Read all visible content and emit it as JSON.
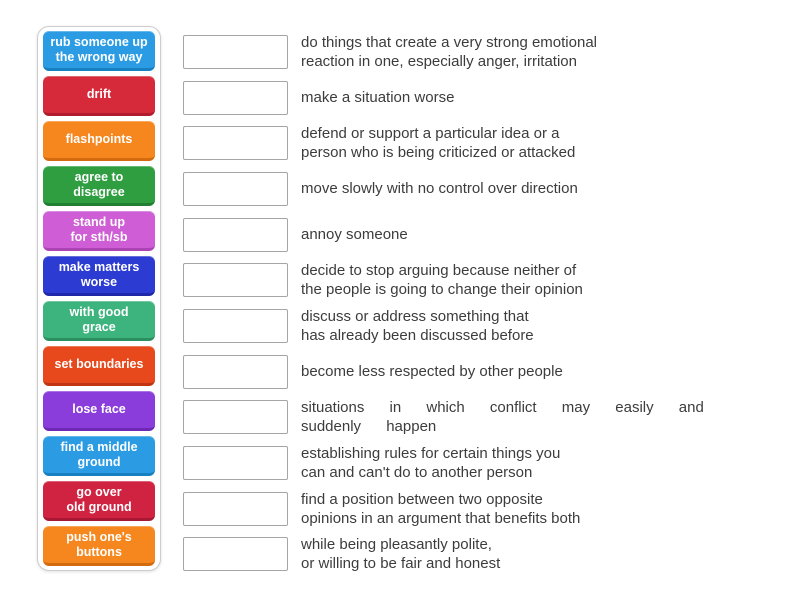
{
  "activity": {
    "panel_border_color": "#cccccc",
    "slot_border_color": "#a5a5a5",
    "definition_text_color": "#3c3c3c"
  },
  "pairs": [
    {
      "term": "rub someone up\nthe wrong way",
      "term_color": "#2b9ce4",
      "term_edge": "#1780c0",
      "definition": "do things that create a very strong emotional\nreaction in one, especially anger, irritation"
    },
    {
      "term": "drift",
      "term_color": "#d62a3a",
      "term_edge": "#b01c2b",
      "definition": "make a situation worse"
    },
    {
      "term": "flashpoints",
      "term_color": "#f6871e",
      "term_edge": "#d36a0e",
      "definition": "defend or support a particular idea or a\nperson who is being criticized or attacked"
    },
    {
      "term": "agree to\ndisagree",
      "term_color": "#2f9e41",
      "term_edge": "#217f31",
      "definition": "move slowly with no control over direction"
    },
    {
      "term": "stand up\nfor sth/sb",
      "term_color": "#cf5ed6",
      "term_edge": "#ae43b6",
      "definition": "annoy someone"
    },
    {
      "term": "make matters\nworse",
      "term_color": "#2c3bd2",
      "term_edge": "#1e28a8",
      "definition": "decide to stop arguing because neither of\nthe people is going to change their opinion"
    },
    {
      "term": "with good\ngrace",
      "term_color": "#3db37d",
      "term_edge": "#2b8f60",
      "definition": "discuss or address something that\nhas already been discussed before"
    },
    {
      "term": "set boundaries",
      "term_color": "#e7481c",
      "term_edge": "#c03411",
      "definition": "become less respected by other people"
    },
    {
      "term": "lose face",
      "term_color": "#8a3ddb",
      "term_edge": "#6e28b6",
      "definition": "situations in which conflict may easily and\nsuddenly happen",
      "justified": true
    },
    {
      "term": "find a middle\nground",
      "term_color": "#2b9ce4",
      "term_edge": "#1780c0",
      "definition": "establishing rules for certain things you\ncan and can't do to another person"
    },
    {
      "term": "go over\nold ground",
      "term_color": "#d02342",
      "term_edge": "#a81834",
      "definition": "find a position between two opposite\nopinions in an argument that benefits both"
    },
    {
      "term": "push one's\nbuttons",
      "term_color": "#f6871e",
      "term_edge": "#d36a0e",
      "definition": "while being pleasantly polite,\nor willing to be fair and honest"
    }
  ]
}
